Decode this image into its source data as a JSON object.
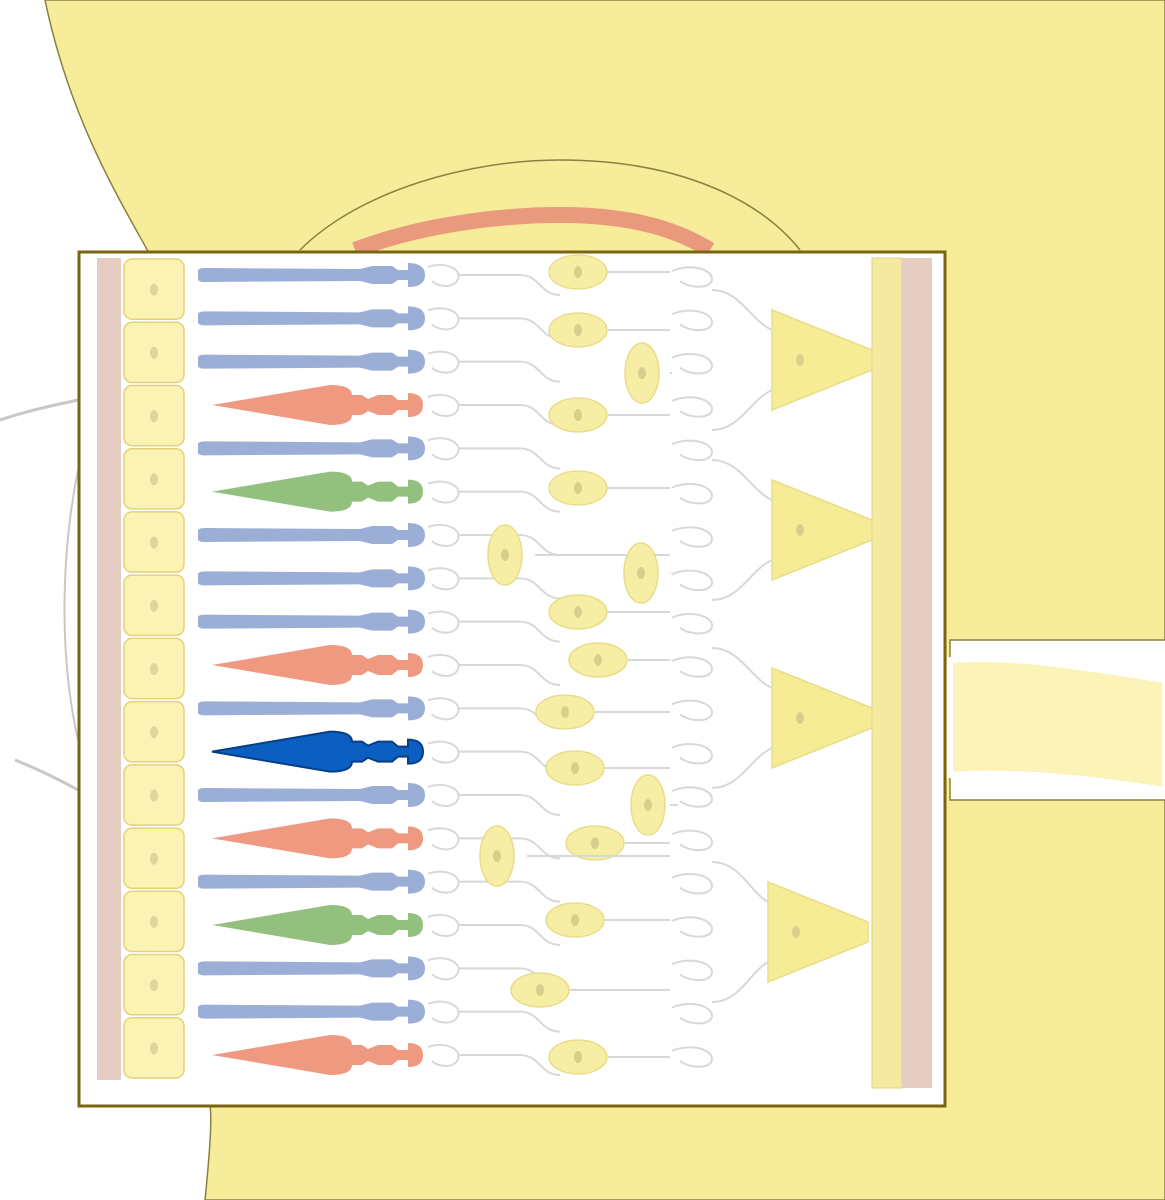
{
  "diagram": {
    "colors": {
      "background": "#ffffff",
      "eye_fill": "#f7ec9a",
      "eye_outline": "#8a8040",
      "lens_band": "#e99a7c",
      "inset_border": "#7a6410",
      "inset_fill": "#ffffff",
      "pigment_band": "#e6cdc2",
      "epithelium_cell": "#faf3b4",
      "epithelium_outline": "#e3d27a",
      "rod": "#9aaed6",
      "cone_red": "#ef9a80",
      "cone_green": "#93c07e",
      "cone_blue_highlight": "#0a5fc0",
      "neuron_outline": "#d8d8d8",
      "bipolar_cell": "#f7eea6",
      "ganglion_cell": "#f6ec96",
      "inner_membrane": "#f3e9a0"
    },
    "photoreceptors": [
      {
        "kind": "rod",
        "color_key": "rod"
      },
      {
        "kind": "rod",
        "color_key": "rod"
      },
      {
        "kind": "rod",
        "color_key": "rod"
      },
      {
        "kind": "cone",
        "color_key": "cone_red"
      },
      {
        "kind": "rod",
        "color_key": "rod"
      },
      {
        "kind": "cone",
        "color_key": "cone_green"
      },
      {
        "kind": "rod",
        "color_key": "rod"
      },
      {
        "kind": "rod",
        "color_key": "rod"
      },
      {
        "kind": "rod",
        "color_key": "rod"
      },
      {
        "kind": "cone",
        "color_key": "cone_red"
      },
      {
        "kind": "rod",
        "color_key": "rod"
      },
      {
        "kind": "cone",
        "color_key": "cone_blue_highlight",
        "highlighted": true
      },
      {
        "kind": "rod",
        "color_key": "rod"
      },
      {
        "kind": "cone",
        "color_key": "cone_red"
      },
      {
        "kind": "rod",
        "color_key": "rod"
      },
      {
        "kind": "cone",
        "color_key": "cone_green"
      },
      {
        "kind": "rod",
        "color_key": "rod"
      },
      {
        "kind": "rod",
        "color_key": "rod"
      },
      {
        "kind": "cone",
        "color_key": "cone_red"
      }
    ],
    "epithelium_cell_count": 13,
    "ganglion_cell_count": 4
  }
}
